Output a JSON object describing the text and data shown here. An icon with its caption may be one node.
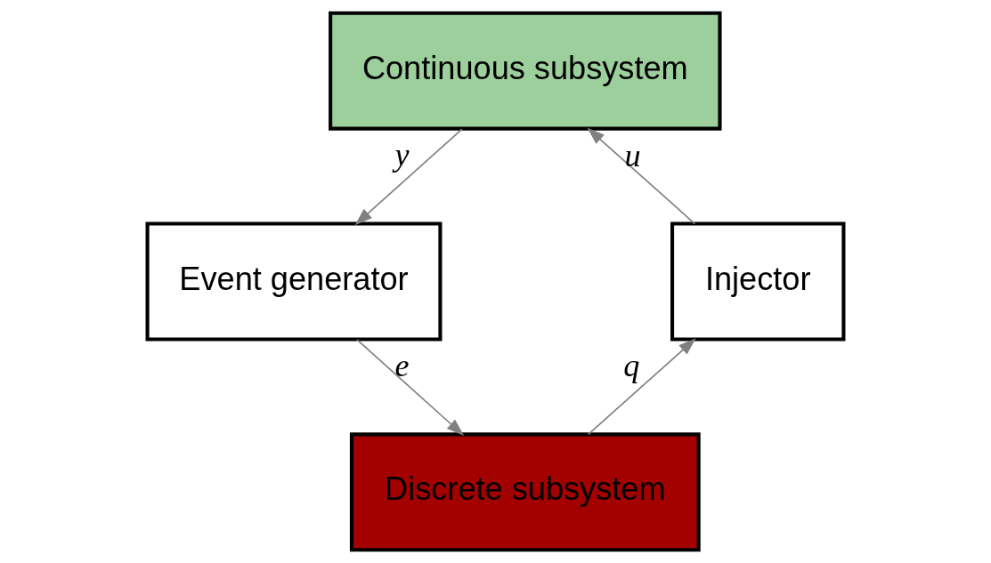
{
  "diagram": {
    "nodes": [
      {
        "text": [
          "Continuous subsystem"
        ]
      },
      {
        "text": [
          "Event generator"
        ]
      },
      {
        "text": [
          "Discrete subsystem"
        ]
      },
      {
        "text": [
          "Injector"
        ]
      }
    ],
    "edges": [
      {
        "from": 0,
        "to": 1,
        "arrow": "to",
        "label": "y"
      },
      {
        "from": 1,
        "to": 2,
        "arrow": "to",
        "label": "e"
      },
      {
        "from": 2,
        "to": 3,
        "arrow": "to",
        "label": "q"
      },
      {
        "from": 3,
        "to": 0,
        "arrow": "to",
        "label": "u"
      }
    ]
  }
}
